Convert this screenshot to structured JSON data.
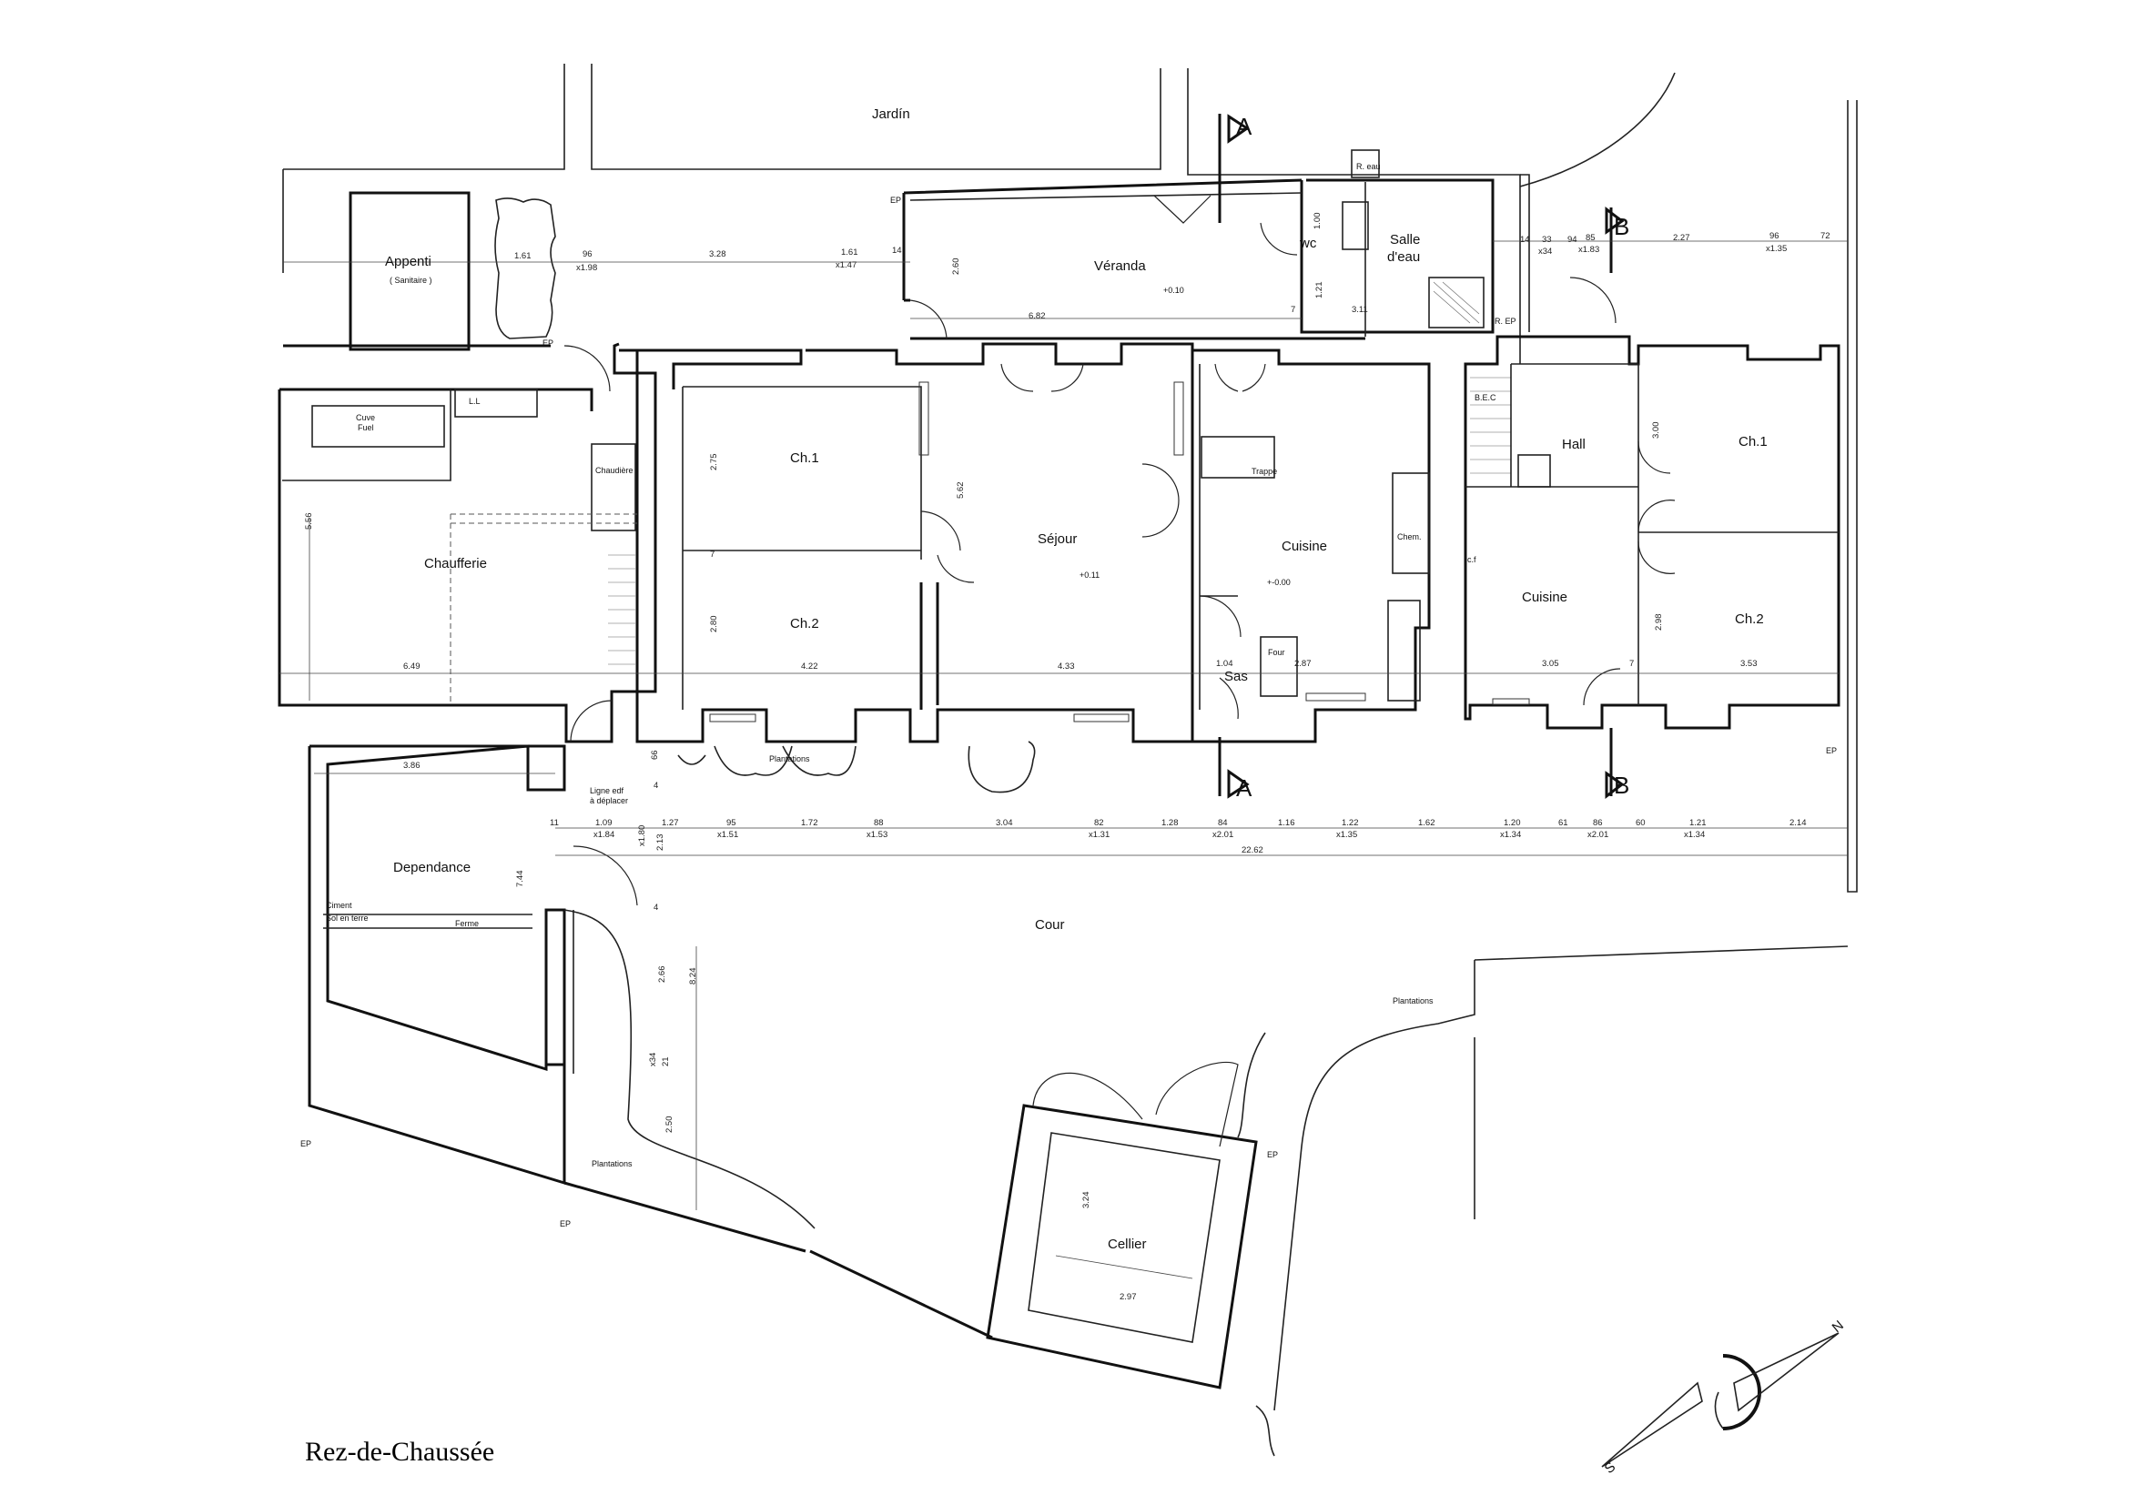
{
  "title": "Rez-de-Chaussée",
  "rooms": {
    "jardin": "Jardín",
    "appenti": "Appenti",
    "appenti_sub": "( Sanitaire )",
    "veranda": "Véranda",
    "wc": "wc",
    "salle_eau_1": "Salle",
    "salle_eau_2": "d'eau",
    "chaufferie": "Chaufferie",
    "cuve": "Cuve",
    "cuve_sub": "Fuel",
    "ll": "L.L",
    "chaudiere": "Chaudière",
    "ch1_left": "Ch.1",
    "ch2_left": "Ch.2",
    "sejour": "Séjour",
    "cuisine_left": "Cuisine",
    "trappe": "Trappe",
    "chem": "Chem.",
    "four": "Four",
    "sas": "Sas",
    "hall": "Hall",
    "ch1_right": "Ch.1",
    "cuisine_right": "Cuisine",
    "ch2_right": "Ch.2",
    "dependance": "Dependance",
    "cour": "Cour",
    "cellier": "Cellier",
    "ciment": "Ciment",
    "sol_terre": "Sol en terre",
    "ferme": "Ferme",
    "ligne_edf_1": "Ligne edf",
    "ligne_edf_2": "à déplacer",
    "plantations": "Plantations",
    "r_eau": "R. eau",
    "r_ep": "R. EP",
    "bec": "B.E.C",
    "ep": "EP",
    "cf": "c.f"
  },
  "levels": {
    "veranda": "+0.10",
    "sejour": "+0.11",
    "cuisine": "+-0.00"
  },
  "sections": {
    "a": "A",
    "b": "B"
  },
  "compass": {
    "north": "N",
    "south": "S"
  },
  "dims": {
    "d161a": "1.61",
    "d96a": "96",
    "x198": "x1.98",
    "d328": "3.28",
    "d161b": "1.61",
    "x147": "x1.47",
    "d14a": "14",
    "d260": "2.60",
    "d682": "6.82",
    "d100": "1.00",
    "d121": "1.21",
    "d311": "3.11",
    "d7a": "7",
    "d14b": "14",
    "d33": "33",
    "x34": "x34",
    "d94": "94",
    "d85a": "85",
    "x183": "x1.83",
    "d227": "2.27",
    "d96b": "96",
    "x135a": "x1.35",
    "d72": "72",
    "d556": "5.56",
    "d649": "6.49",
    "d275": "2.75",
    "d7b": "7",
    "d280": "2.80",
    "d422": "4.22",
    "d562": "5.62",
    "d433": "4.33",
    "d104": "1.04",
    "d287": "2.87",
    "d300": "3.00",
    "d298": "2.98",
    "d305": "3.05",
    "d7c": "7",
    "d353": "3.53",
    "d386": "3.86",
    "d66": "66",
    "d4a": "4",
    "d11": "11",
    "d109": "1.09",
    "x184": "x1.84",
    "d127": "1.27",
    "x180": "x1.80",
    "d95": "95",
    "x151": "x1.51",
    "d172": "1.72",
    "d88": "88",
    "x153": "x1.53",
    "d304": "3.04",
    "d82": "82",
    "x131": "x1.31",
    "d128": "1.28",
    "d84": "84",
    "x201a": "x2.01",
    "d116": "1.16",
    "d122": "1.22",
    "x135b": "x1.35",
    "d162": "1.62",
    "d120": "1.20",
    "x134a": "x1.34",
    "d61": "61",
    "d86": "86",
    "x201b": "x2.01",
    "d60": "60",
    "d121b": "1.21",
    "x134b": "x1.34",
    "d214": "2.14",
    "d2262": "22.62",
    "d213": "2.13",
    "d744": "7.44",
    "d4b": "4",
    "d266": "2.66",
    "d824": "8.24",
    "d21": "21",
    "x34b": "x34",
    "d250": "2.50",
    "d324": "3.24",
    "d297": "2.97"
  }
}
